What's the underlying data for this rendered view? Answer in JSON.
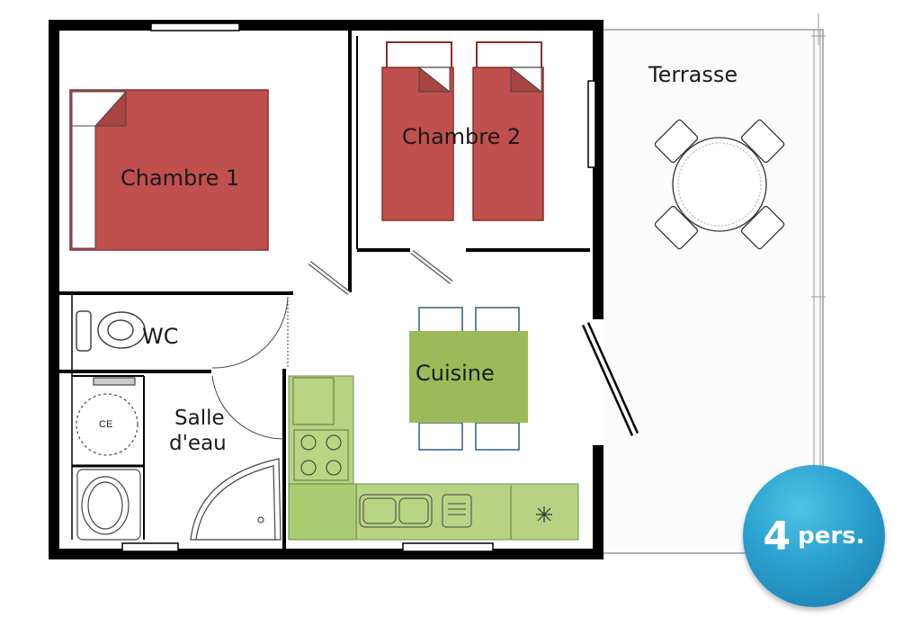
{
  "rooms": {
    "chambre1": "Chambre 1",
    "chambre2": "Chambre 2",
    "wc": "WC",
    "salle_line1": "Salle",
    "salle_line2": "d'eau",
    "cuisine": "Cuisine",
    "terrasse": "Terrasse",
    "ce": "CE"
  },
  "badge": {
    "number": "4",
    "unit": "pers."
  },
  "colors": {
    "bed": "#c0504d",
    "kitchen": "#a9cc6e",
    "table": "#9bbb59",
    "wall": "#000000",
    "badge": "#2aa0cf"
  }
}
